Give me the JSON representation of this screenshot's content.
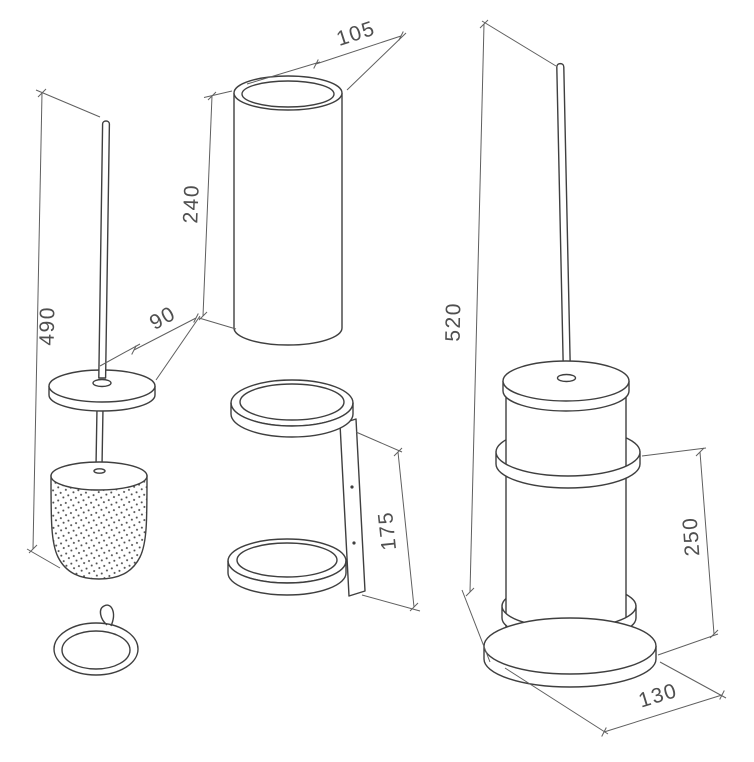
{
  "drawing": {
    "colors": {
      "line": "#3f3f3f",
      "dimension": "#5f5f5f",
      "background": "#ffffff"
    },
    "dimensions": {
      "brush_length": "490",
      "lid_diameter": "90",
      "cup_diameter": "105",
      "cup_height": "240",
      "bracket_height": "175",
      "total_height": "520",
      "holder_height": "250",
      "base_diameter": "130"
    }
  }
}
